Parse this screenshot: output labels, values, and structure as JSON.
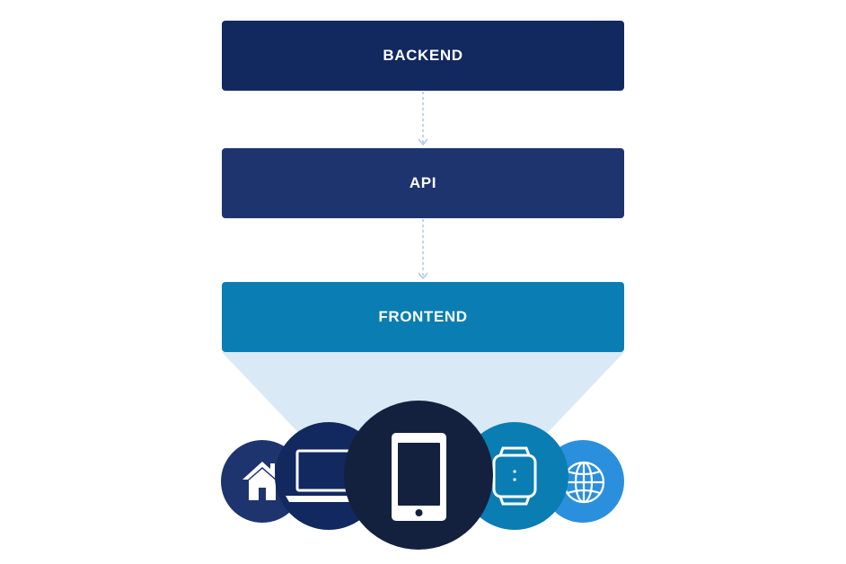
{
  "layers": [
    {
      "label": "BACKEND",
      "color": "#11295f"
    },
    {
      "label": "API",
      "color": "#1e346e"
    },
    {
      "label": "FRONTEND",
      "color": "#0a7db3"
    }
  ],
  "colors": {
    "connector": "#a9c7e4",
    "funnel": "#d9e9f5"
  },
  "devices": [
    {
      "name": "home-icon",
      "color": "#1e346e"
    },
    {
      "name": "laptop-icon",
      "color": "#11295f"
    },
    {
      "name": "smartphone-icon",
      "color": "#13213f"
    },
    {
      "name": "smartwatch-icon",
      "color": "#0a7db3"
    },
    {
      "name": "globe-icon",
      "color": "#2a8fdc"
    }
  ]
}
